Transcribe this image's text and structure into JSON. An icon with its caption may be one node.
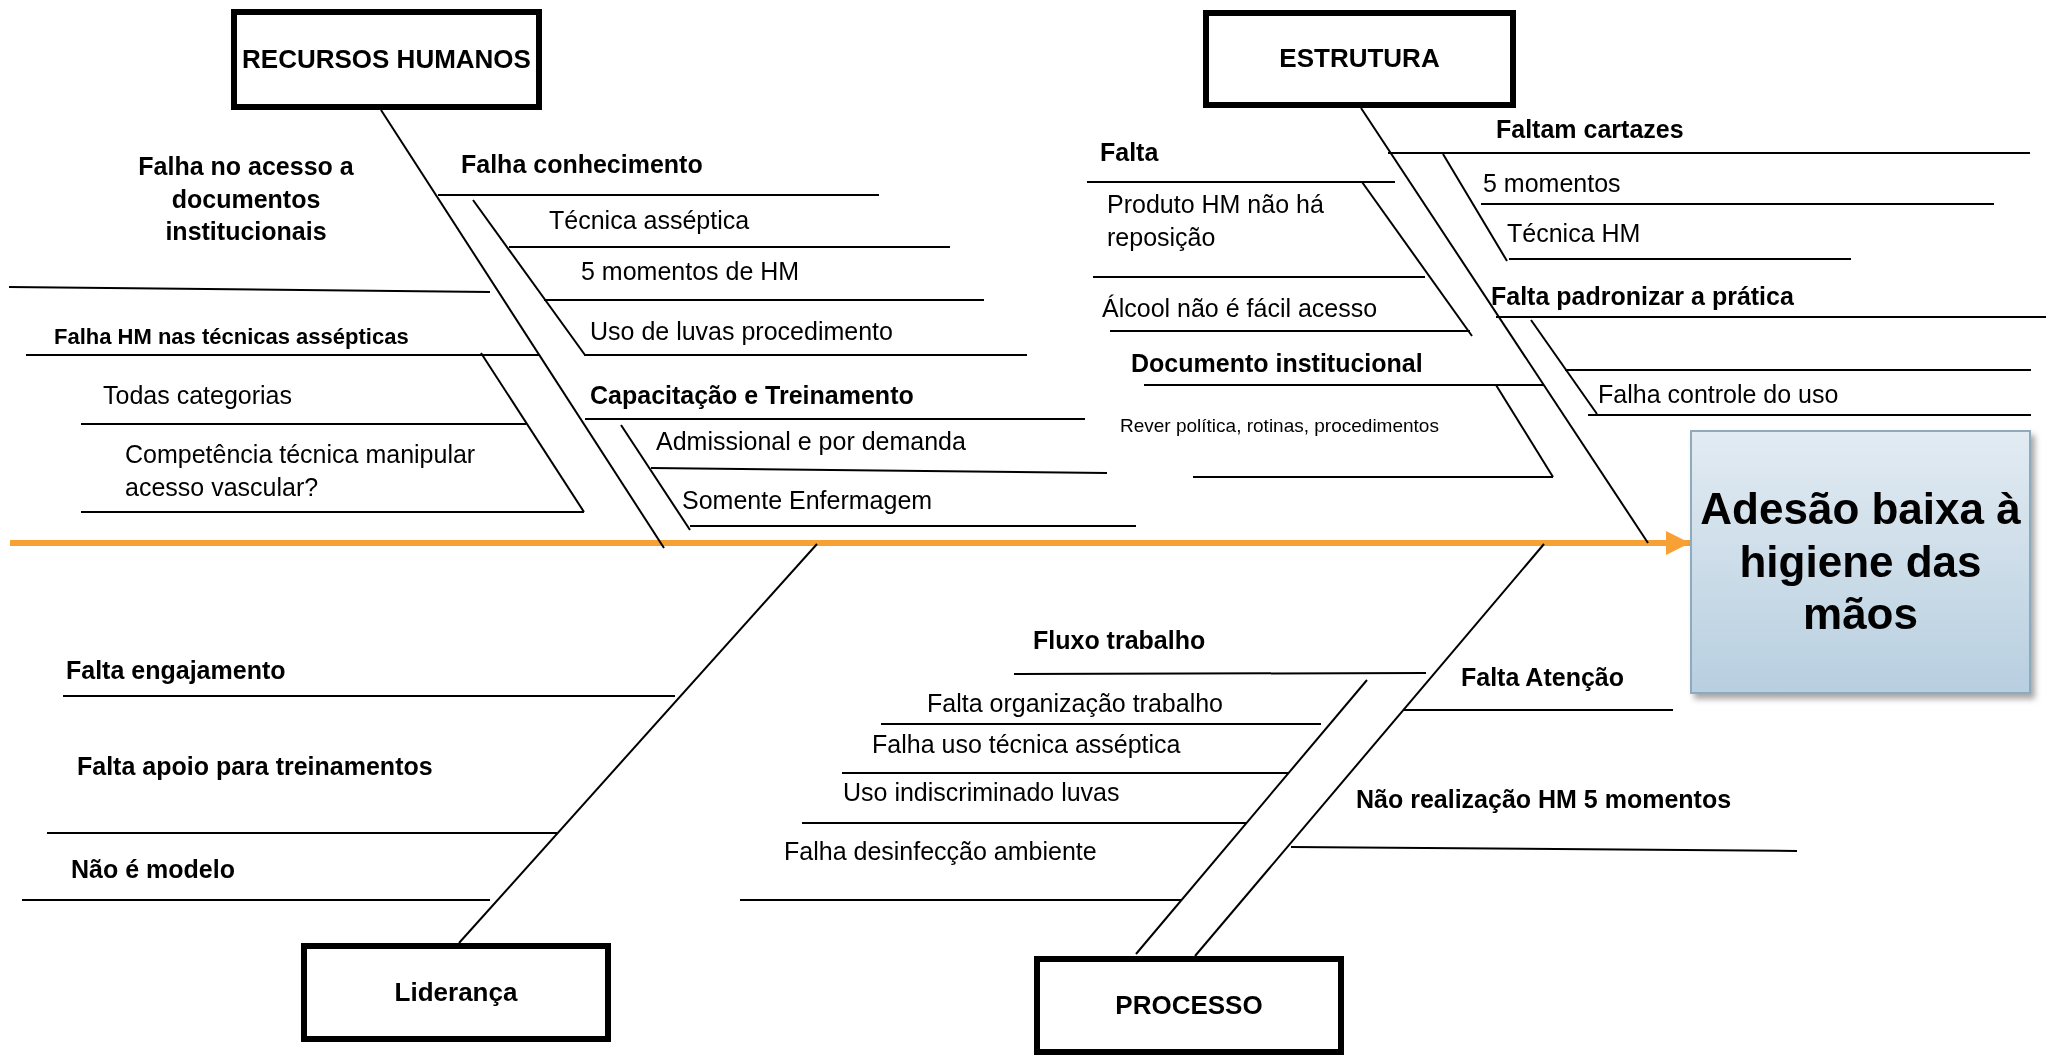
{
  "diagram": {
    "nodes": [
      {
        "text": [
          "RECURSOS HUMANOS"
        ]
      },
      {
        "text": [
          "ESTRUTURA"
        ]
      },
      {
        "text": [
          "Liderança"
        ]
      },
      {
        "text": [
          "PROCESSO"
        ]
      },
      {
        "text": [
          "Adesão baixa à higiene das mãos"
        ]
      }
    ],
    "edges": [
      {
        "from": null,
        "to": 4,
        "arrow": "to",
        "style": "thick",
        "color": "#f7a033"
      },
      {
        "from": 0,
        "to": null,
        "arrow": "none"
      },
      {
        "from": 1,
        "to": null,
        "arrow": "none"
      },
      {
        "from": 2,
        "to": null,
        "arrow": "none"
      },
      {
        "from": 3,
        "to": null,
        "arrow": "none"
      }
    ],
    "labels": [
      "Falha no acesso a documentos institucionais",
      "Falha conhecimento",
      "Técnica asséptica",
      "5 momentos de HM",
      "Uso de luvas procedimento",
      "Falha HM nas técnicas assépticas",
      "Todas categorias",
      "Competência técnica manipular acesso vascular?",
      "Capacitação e Treinamento",
      "Admissional e por demanda",
      "Somente Enfermagem",
      "Falta",
      "Produto HM não há reposição",
      "Álcool não é fácil acesso",
      "Documento institucional",
      "Rever política, rotinas, procedimentos",
      "Faltam cartazes",
      "5 momentos",
      "Técnica HM",
      "Falta padronizar a prática",
      "Falha controle do uso",
      "Falta engajamento",
      "Falta apoio para treinamentos",
      "Não é modelo",
      "Fluxo trabalho",
      "Falta organização trabalho",
      "Falha uso técnica asséptica",
      "Uso indiscriminado luvas",
      "Falha desinfecção ambiente",
      "Falta Atenção",
      "Não realização HM 5 momentos"
    ]
  }
}
